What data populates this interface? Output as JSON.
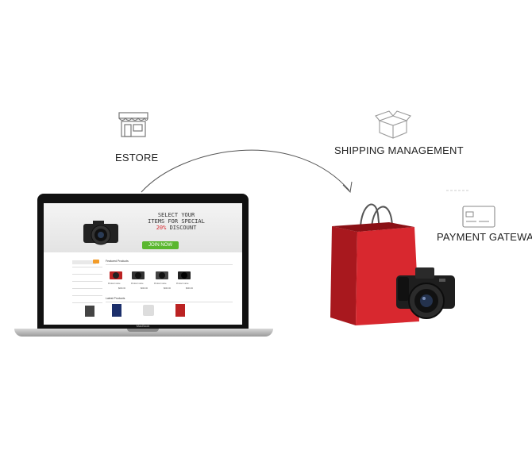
{
  "labels": {
    "estore": "ESTORE",
    "shipping": "SHIPPING MANAGEMENT",
    "payment": "PAYMENT GATEWAY"
  },
  "icons": {
    "estore": "storefront-icon",
    "shipping": "open-box-icon",
    "payment": "credit-card-icon",
    "cart": "shopping-bag-icon"
  },
  "screen": {
    "hero_line1": "SELECT YOUR",
    "hero_line2": "ITEMS FOR SPECIAL",
    "hero_percent": "20%",
    "hero_line3_rest": " DISCOUNT",
    "join_label": "JOIN NOW",
    "featured_title": "Featured Products",
    "latest_title": "Latest Products",
    "product_name": "Product name",
    "price": "$000.00"
  },
  "laptop_brand": "MacBook",
  "colors": {
    "bag_red": "#d8282f",
    "join_green": "#5ab72f",
    "arrow": "#555555"
  }
}
